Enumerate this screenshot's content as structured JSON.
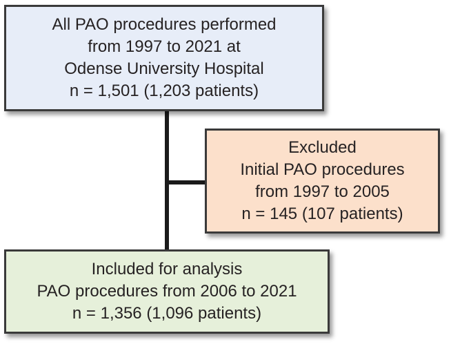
{
  "flowchart": {
    "source_box": {
      "lines": [
        "All PAO procedures performed",
        "from 1997 to 2021 at",
        "Odense University Hospital",
        "n = 1,501 (1,203 patients)"
      ],
      "bg_color": "#e7edf8"
    },
    "excluded_box": {
      "lines": [
        "Excluded",
        "Initial PAO procedures",
        "from 1997 to 2005",
        "n = 145 (107 patients)"
      ],
      "bg_color": "#fce0cb"
    },
    "included_box": {
      "lines": [
        "Included for analysis",
        "PAO procedures from 2006 to 2021",
        "n = 1,356 (1,096 patients)"
      ],
      "bg_color": "#e6f0da"
    },
    "colors": {
      "box_border": "#3a3a3a",
      "connector": "#1b1b1b",
      "text": "#262223",
      "page_background": "#ffffff"
    }
  }
}
